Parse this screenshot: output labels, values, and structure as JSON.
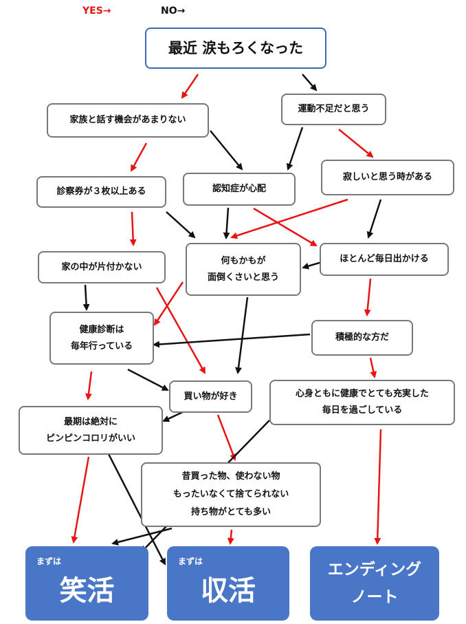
{
  "legend": {
    "yes": "YES→",
    "no": "NO→"
  },
  "colors": {
    "yes_arrow": "#e81414",
    "no_arrow": "#111111",
    "box_border": "#777777",
    "start_border": "#3b67b3",
    "result_fill": "#4a76c8"
  },
  "nodes": {
    "start": "最近 涙もろくなった",
    "family_talk": "家族と話す機会があまりない",
    "exercise": "運動不足だと思う",
    "dementia": "認知症が心配",
    "lonely": "寂しいと思う時がある",
    "tickets": "診察券が３枚以上ある",
    "bothersome": "何もかもが\n面倒くさいと思う",
    "outing": "ほとんど毎日出かける",
    "messy_house": "家の中が片付かない",
    "checkup": "健康診断は\n毎年行っている",
    "positive": "積極的な方だ",
    "shopping": "買い物が好き",
    "fulfilled": "心身ともに健康でとても充実した\n毎日を過ごしている",
    "pinpin": "最期は絶対に\nピンピンコロリがいい",
    "belongings": "昔買った物、使わない物\nもったいなくて捨てられない\n持ち物がとても多い"
  },
  "results": {
    "shoukatsu": {
      "prefix": "まずは",
      "label": "笑活"
    },
    "shuukatsu": {
      "prefix": "まずは",
      "label": "収活"
    },
    "ending_note": {
      "label": "エンディング\nノート"
    }
  }
}
